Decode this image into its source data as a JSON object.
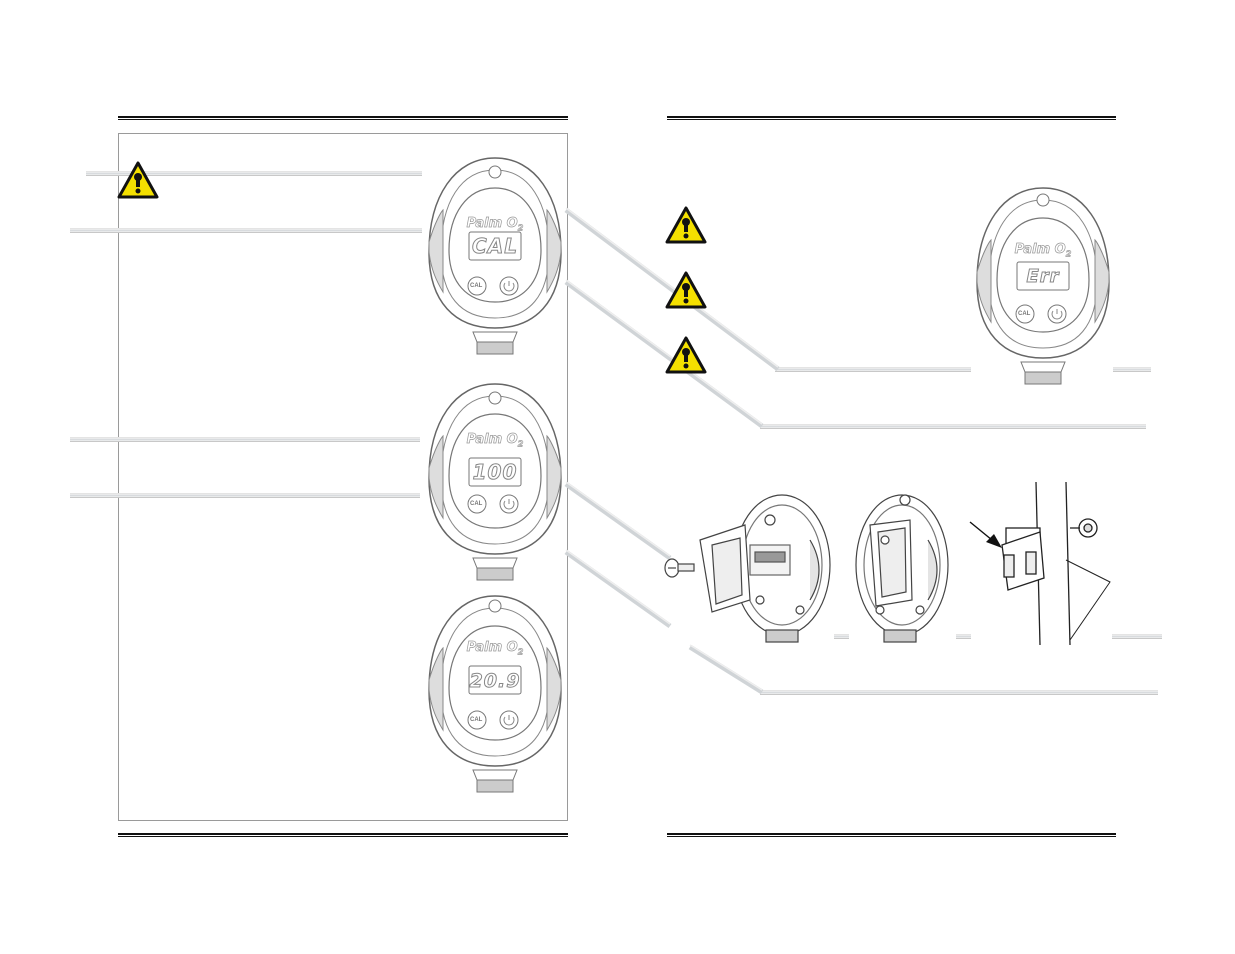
{
  "devices": {
    "brand": "Palm O",
    "brand_sub": "2",
    "cal_button": "CAL",
    "power_symbol": "power-icon",
    "displays": [
      "CAL",
      "100",
      "20.9",
      "Err"
    ]
  },
  "icons": {
    "warning": "warning-triangle-icon",
    "arrow": "arrow-icon",
    "screw": "screw-icon"
  },
  "colors": {
    "warning_fill": "#f4e000",
    "warning_border": "#111111",
    "rule": "#111111",
    "gray_bar": "#d2d6d9"
  }
}
